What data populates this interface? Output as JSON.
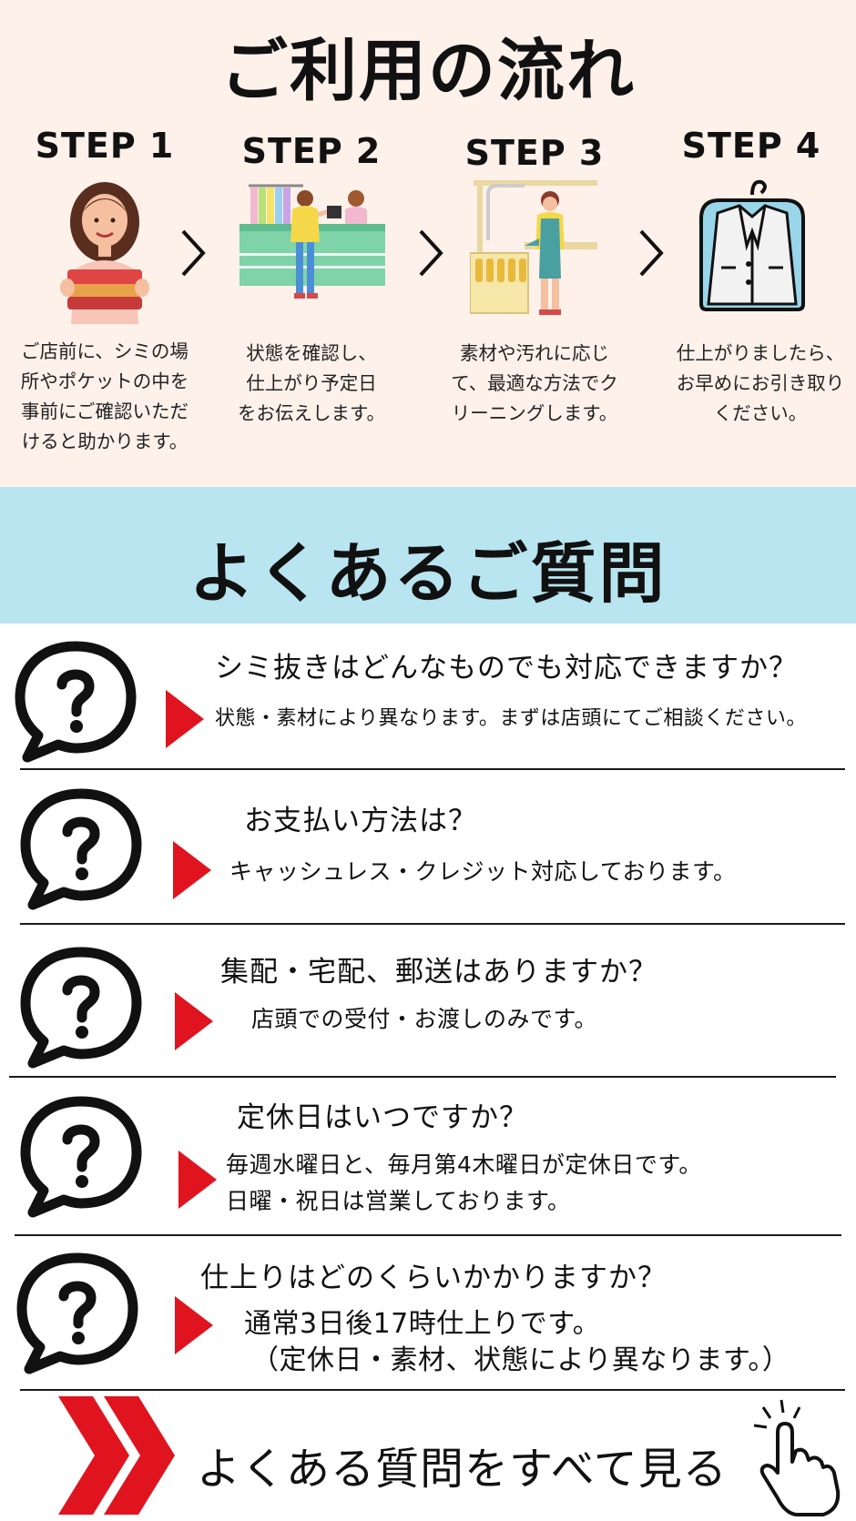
{
  "flow": {
    "title": "ご利用の流れ",
    "steps": [
      {
        "label": "STEP 1",
        "desc": [
          "ご店前に、シミの場",
          "所やポケットの中を",
          "事前にご確認いただ",
          "けると助かります。"
        ]
      },
      {
        "label": "STEP 2",
        "desc": [
          "状態を確認し、",
          "仕上がり予定日",
          "をお伝えします。"
        ]
      },
      {
        "label": "STEP 3",
        "desc": [
          "素材や汚れに応じ",
          "て、最適な方法でク",
          "リーニングします。"
        ]
      },
      {
        "label": "STEP 4",
        "desc": [
          "仕上がりましたら、",
          "お早めにお引き取り",
          "ください。"
        ]
      }
    ]
  },
  "faq": {
    "title": "よくあるご質問",
    "items": [
      {
        "question": "シミ抜きはどんなものでも対応できますか？",
        "answer": [
          "状態・素材により異なります。まずは店頭にてご相談ください。"
        ]
      },
      {
        "question": "お支払い方法は？",
        "answer": [
          "キャッシュレス・クレジット対応しております。"
        ]
      },
      {
        "question": "集配・宅配、郵送はありますか？",
        "answer": [
          "店頭での受付・お渡しのみです。"
        ]
      },
      {
        "question": "定休日はいつですか？",
        "answer": [
          "毎週水曜日と、毎月第4木曜日が定休日です。",
          "日曜・祝日は営業しております。"
        ]
      },
      {
        "question": "仕上りはどのくらいかかりますか？",
        "answer": [
          "通常3日後17時仕上りです。",
          "（定休日・素材、状態により異なります。）"
        ]
      }
    ]
  },
  "more_link": {
    "label": "よくある質問をすべて見る"
  },
  "icons": [
    "person-holding-clothes-icon",
    "shop-counter-icon",
    "cleaning-staff-icon",
    "jacket-in-cover-icon",
    "chevron-right-icon",
    "speech-bubble-question-icon",
    "red-triangle-icon",
    "double-chevron-icon",
    "hand-pointer-icon"
  ],
  "colors": {
    "flow_bg": "#fdf1ea",
    "faq_band_bg": "#b8e5f0",
    "accent_red": "#e0141e",
    "counter_green": "#7fd3a9"
  }
}
